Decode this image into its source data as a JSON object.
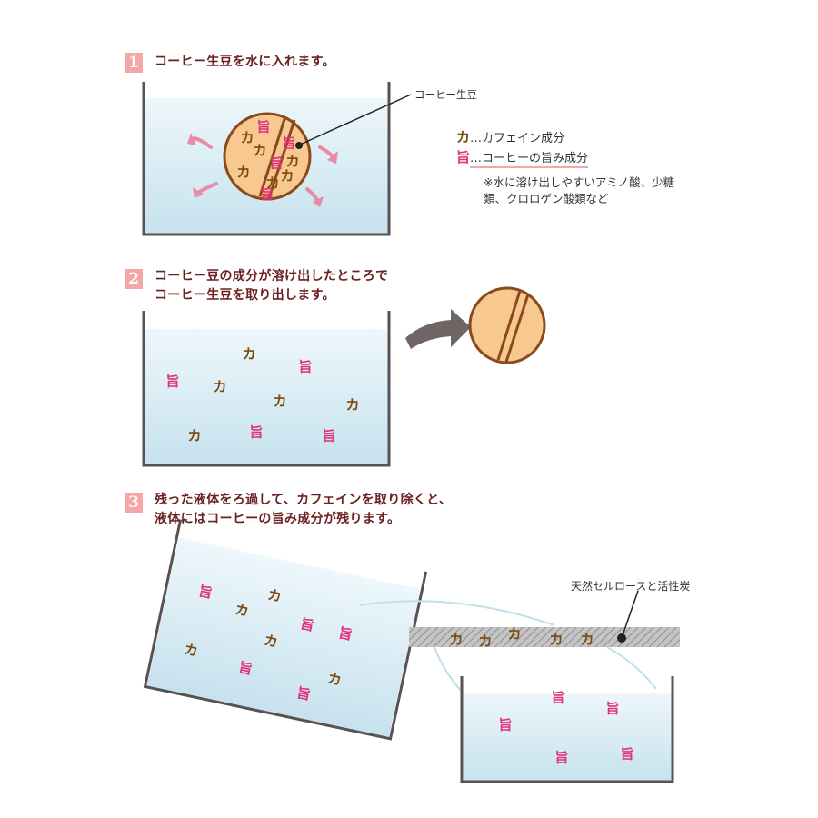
{
  "steps": [
    {
      "num": "1",
      "line1": "コーヒー生豆を水に入れます。",
      "line2": ""
    },
    {
      "num": "2",
      "line1": "コーヒー豆の成分が溶け出したところで",
      "line2": "コーヒー生豆を取り出します。"
    },
    {
      "num": "3",
      "line1": "残った液体をろ過して、カフェインを取り除くと、",
      "line2": "液体にはコーヒーの旨み成分が残ります。"
    }
  ],
  "legend": {
    "caffeine_symbol": "カ",
    "caffeine_label": "…カフェイン成分",
    "umami_symbol": "旨",
    "umami_label": "…コーヒーの旨み成分",
    "note": "※水に溶け出しやすいアミノ酸、少糖類、クロロゲン酸類など"
  },
  "callouts": {
    "green_bean": "コーヒー生豆",
    "filter": "天然セルロースと活性炭"
  },
  "symbols": {
    "caffeine": "カ",
    "umami": "旨"
  },
  "colors": {
    "caffeine": "#7a4a10",
    "umami": "#e2307a",
    "bean_fill": "#f8c891",
    "bean_stroke": "#8a4a1c",
    "water_top": "#eef7fb",
    "water_bottom": "#c9e4ef",
    "container": "#5a5252",
    "arrow_pink": "#e98aa8",
    "arrow_gray": "#6f6565",
    "step_badge": "#f4a7a6",
    "heading": "#6b2020",
    "filter_bar": "#b8b8b8"
  },
  "icons": [
    "bean-icon",
    "arrow-icon",
    "caffeine-mark",
    "umami-mark",
    "filter-bar"
  ]
}
